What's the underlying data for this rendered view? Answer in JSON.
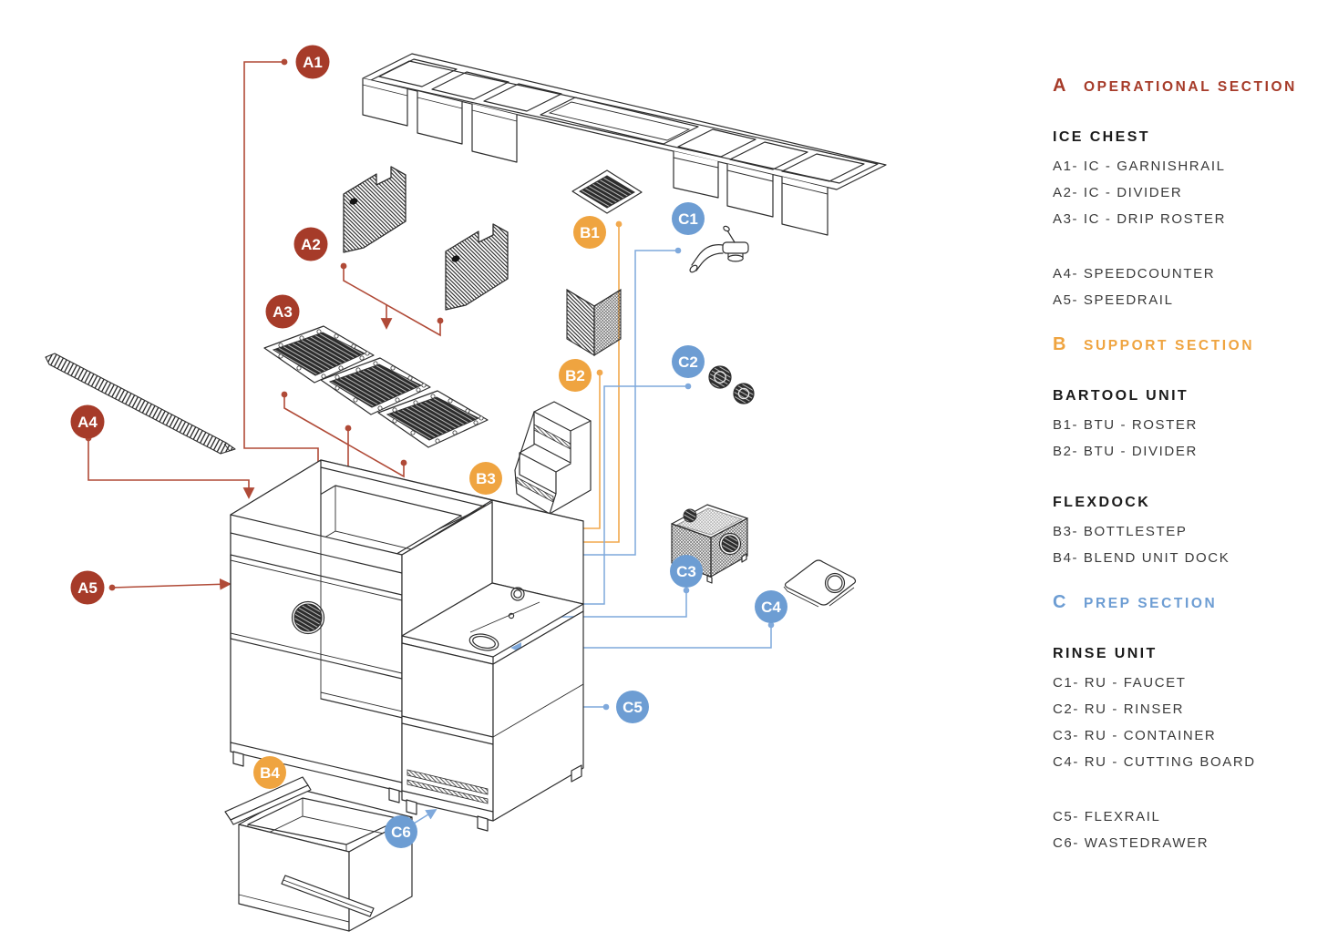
{
  "colors": {
    "section_a": "#A63B29",
    "section_b": "#EFA440",
    "section_c": "#6D9DD3",
    "line_a": "#B04A37",
    "line_b": "#F2A94E",
    "line_c": "#7FA9DC",
    "ink": "#2E2E2E"
  },
  "legend": {
    "sections": [
      {
        "letter": "A",
        "title": "OPERATIONAL SECTION",
        "groups": [
          {
            "title": "ICE CHEST",
            "items": [
              {
                "label": "A1- IC - GARNISHRAIL"
              },
              {
                "label": "A2- IC - DIVIDER"
              },
              {
                "label": "A3- IC - DRIP ROSTER"
              }
            ]
          },
          {
            "title": "",
            "items": [
              {
                "label": "A4- SPEEDCOUNTER"
              },
              {
                "label": "A5- SPEEDRAIL"
              }
            ]
          }
        ]
      },
      {
        "letter": "B",
        "title": "SUPPORT SECTION",
        "groups": [
          {
            "title": "BARTOOL UNIT",
            "items": [
              {
                "label": "B1- BTU - ROSTER"
              },
              {
                "label": "B2- BTU - DIVIDER"
              }
            ]
          },
          {
            "title": "FLEXDOCK",
            "items": [
              {
                "label": "B3- BOTTLESTEP"
              },
              {
                "label": "B4- BLEND UNIT DOCK"
              }
            ]
          }
        ]
      },
      {
        "letter": "C",
        "title": "PREP SECTION",
        "groups": [
          {
            "title": "RINSE UNIT",
            "items": [
              {
                "label": "C1- RU - FAUCET"
              },
              {
                "label": "C2- RU - RINSER"
              },
              {
                "label": "C3- RU - CONTAINER"
              },
              {
                "label": "C4- RU - CUTTING BOARD"
              }
            ]
          },
          {
            "title": "",
            "items": [
              {
                "label": "C5- FLEXRAIL"
              },
              {
                "label": "C6- WASTEDRAWER"
              }
            ]
          }
        ]
      }
    ]
  },
  "diagram": {
    "badges": [
      {
        "label": "A1"
      },
      {
        "label": "A2"
      },
      {
        "label": "A3"
      },
      {
        "label": "A4"
      },
      {
        "label": "A5"
      },
      {
        "label": "B1"
      },
      {
        "label": "B2"
      },
      {
        "label": "B3"
      },
      {
        "label": "B4"
      },
      {
        "label": "C1"
      },
      {
        "label": "C2"
      },
      {
        "label": "C3"
      },
      {
        "label": "C4"
      },
      {
        "label": "C5"
      },
      {
        "label": "C6"
      }
    ]
  }
}
